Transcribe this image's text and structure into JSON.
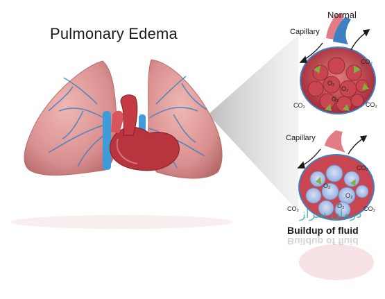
{
  "title": "Pulmonary Edema",
  "panels": {
    "normal": {
      "heading": "Normal",
      "capillary_label": "Capillary",
      "gases": [
        "CO₂",
        "CO₂",
        "CO₂",
        "O₂",
        "O₂",
        "O₂"
      ]
    },
    "edema": {
      "capillary_label": "Capillary",
      "caption": "Buildup of fluid",
      "gases": [
        "CO₂",
        "CO₂",
        "CO₂",
        "O₂",
        "O₂",
        "O₂"
      ]
    }
  },
  "watermark_text": "درمان سراز",
  "colors": {
    "lung": "#d98f8f",
    "lung_dark": "#b86b6b",
    "vessel": "#3f7fc4",
    "heart": "#b8343e",
    "alveoli": "#b4313d",
    "fluid": "#9fb9e6",
    "arrow_green": "#7fb041",
    "background": "#ffffff"
  }
}
